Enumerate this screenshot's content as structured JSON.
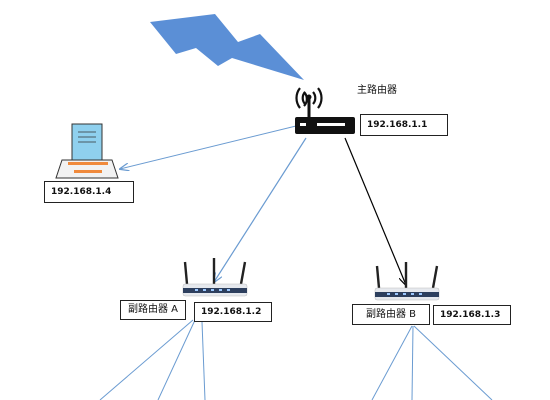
{
  "main_router": {
    "name": "主路由器",
    "ip": "192.168.1.1"
  },
  "printer": {
    "ip": "192.168.1.4"
  },
  "sub_router_a": {
    "name": "副路由器 A",
    "ip": "192.168.1.2"
  },
  "sub_router_b": {
    "name": "副路由器 B",
    "ip": "192.168.1.3"
  },
  "colors": {
    "lightning": "#5b8fd6",
    "link_blue": "#6a9bd1",
    "link_black": "#000000",
    "router_dark": "#111111",
    "router_light": "#e6e9ee",
    "printer_body": "#f2f2f2",
    "printer_paper": "#8fd0ee",
    "printer_accent": "#f08a3c"
  },
  "icons": {
    "wireless": "lightning-icon",
    "main_router": "wireless-router-icon",
    "printer": "printer-icon",
    "sub_router": "antenna-router-icon"
  }
}
